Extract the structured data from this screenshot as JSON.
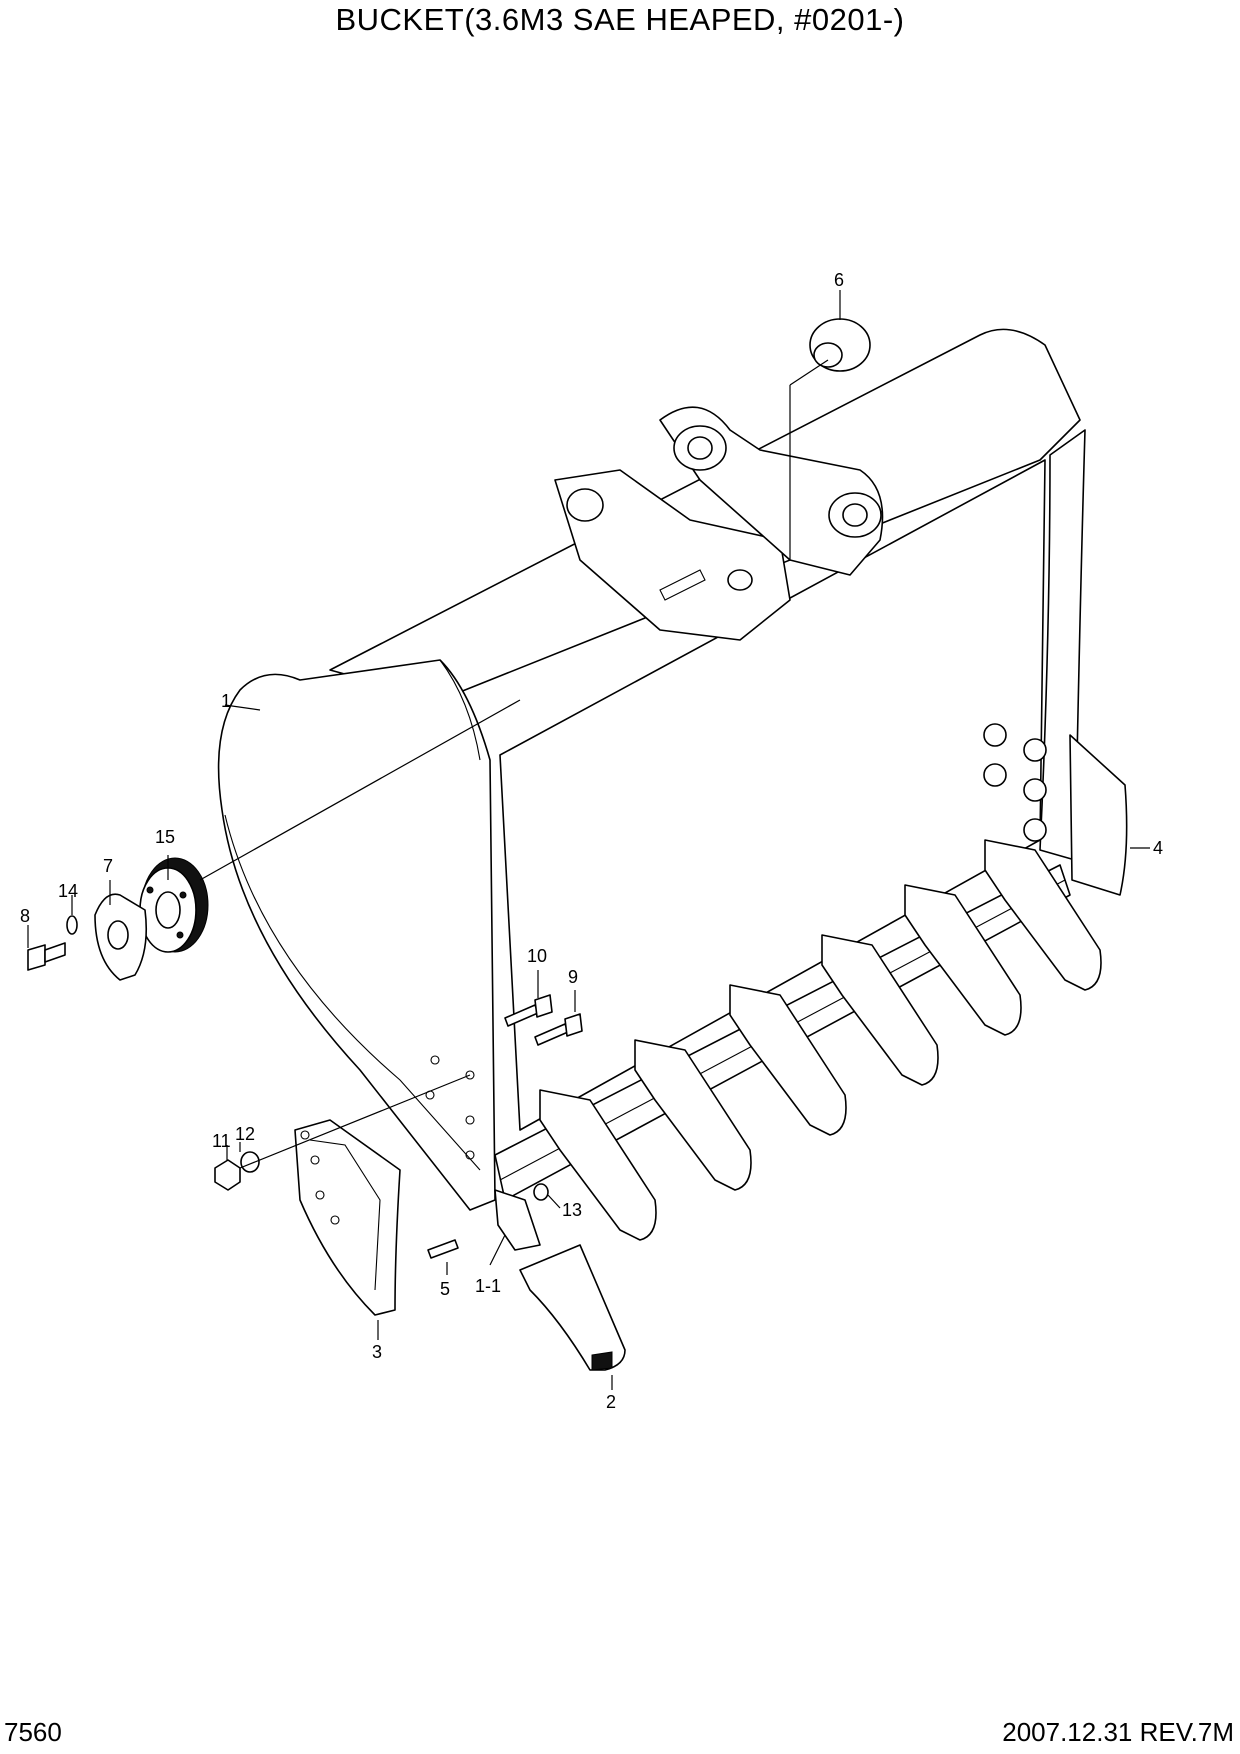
{
  "title": "BUCKET(3.6M3  SAE HEAPED, #0201-)",
  "page_number": "7560",
  "revision": "2007.12.31 REV.7M",
  "callouts": {
    "c1": "1",
    "c1_1": "1-1",
    "c2": "2",
    "c3": "3",
    "c4": "4",
    "c5": "5",
    "c6": "6",
    "c7": "7",
    "c8": "8",
    "c9": "9",
    "c10": "10",
    "c11": "11",
    "c12": "12",
    "c13": "13",
    "c14": "14",
    "c15": "15"
  }
}
